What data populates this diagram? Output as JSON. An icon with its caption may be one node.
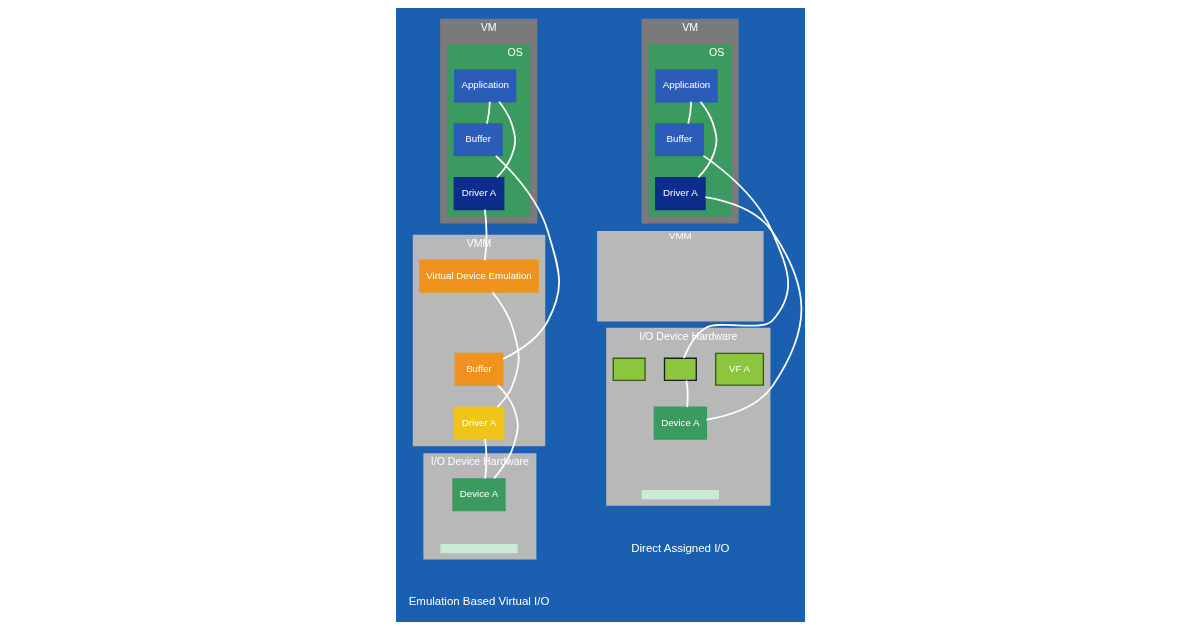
{
  "diagram": {
    "nodes": [
      {
        "text": [
          "VM"
        ]
      },
      {
        "text": [
          "OS"
        ],
        "in": 0
      },
      {
        "text": [
          "Application"
        ],
        "in": 1
      },
      {
        "text": [
          "Buffer"
        ],
        "in": 1
      },
      {
        "text": [
          "Driver A"
        ],
        "in": 1
      },
      {
        "text": [
          "VMM"
        ]
      },
      {
        "text": [
          "Virtual Device Emulation"
        ],
        "in": 5
      },
      {
        "text": [
          "Buffer"
        ],
        "in": 5
      },
      {
        "text": [
          "Driver A"
        ],
        "in": 5
      },
      {
        "text": [
          "I/O Device Hardware"
        ]
      },
      {
        "text": [
          "Device A"
        ],
        "in": 9
      },
      {
        "text": [],
        "shape": "bar",
        "in": 9
      },
      {
        "text": [
          "VM"
        ]
      },
      {
        "text": [
          "OS"
        ],
        "in": 12
      },
      {
        "text": [
          "Application"
        ],
        "in": 13
      },
      {
        "text": [
          "Buffer"
        ],
        "in": 13
      },
      {
        "text": [
          "Driver A"
        ],
        "in": 13
      },
      {
        "text": [
          "VMM"
        ]
      },
      {
        "text": [
          "I/O Device Hardware"
        ]
      },
      {
        "text": [],
        "shape": "box",
        "in": 18
      },
      {
        "text": [],
        "shape": "box",
        "in": 18
      },
      {
        "text": [
          "VF A"
        ],
        "in": 18
      },
      {
        "text": [
          "Device A"
        ],
        "in": 18
      },
      {
        "text": [],
        "shape": "bar",
        "in": 18
      }
    ],
    "edges": [
      {
        "from": 2,
        "to": 4,
        "arrow": "none"
      },
      {
        "from": 4,
        "to": 6,
        "arrow": "none"
      },
      {
        "from": 6,
        "to": 8,
        "arrow": "none"
      },
      {
        "from": 8,
        "to": 10,
        "arrow": "none"
      },
      {
        "from": 10,
        "to": 7,
        "arrow": "none"
      },
      {
        "from": 7,
        "to": 3,
        "arrow": "none"
      },
      {
        "from": 3,
        "to": 2,
        "arrow": "none"
      },
      {
        "from": 14,
        "to": 16,
        "arrow": "none"
      },
      {
        "from": 16,
        "to": 22,
        "arrow": "none"
      },
      {
        "from": 22,
        "to": 20,
        "arrow": "none"
      },
      {
        "from": 20,
        "to": 15,
        "arrow": "none"
      },
      {
        "from": 15,
        "to": 14,
        "arrow": "none"
      }
    ],
    "labels": [
      "Emulation Based Virtual I/O",
      "Direct Assigned I/O"
    ]
  }
}
